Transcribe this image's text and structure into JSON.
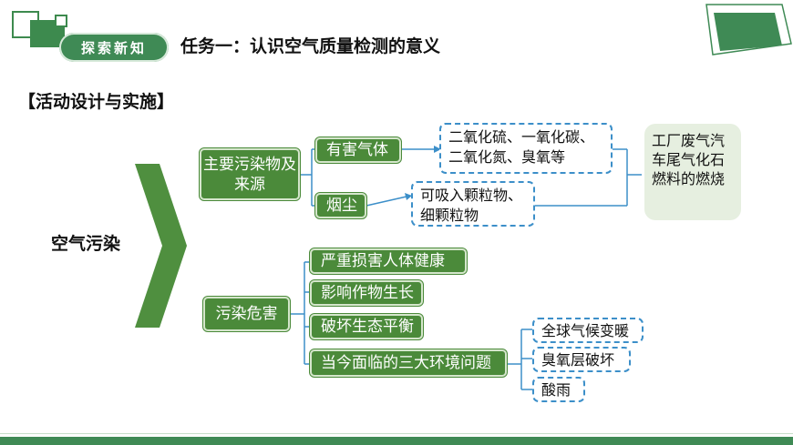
{
  "header": {
    "badge": "探索新知",
    "title": "任务一：认识空气质量检测的意义"
  },
  "section_heading": "【活动设计与实施】",
  "topic": "空气污染",
  "sources": {
    "label": "主要污染物及来源",
    "gas": {
      "label": "有害气体",
      "examples": "二氧化硫、一氧化碳、二氧化氮、臭氧等"
    },
    "dust": {
      "label": "烟尘",
      "examples": "可吸入颗粒物、细颗粒物"
    },
    "origin": "工厂废气汽车尾气化石燃料的燃烧"
  },
  "harms": {
    "label": "污染危害",
    "items": [
      "严重损害人体健康",
      "影响作物生长",
      "破坏生态平衡",
      "当今面临的三大环境问题"
    ],
    "problems": [
      "全球气候变暖",
      "臭氧层破坏",
      "酸雨"
    ]
  },
  "colors": {
    "accent": "#3f8a55",
    "box_green": "#4b8a3a",
    "dashed_blue": "#3c8fc9",
    "gray_green": "#e6efe0"
  }
}
